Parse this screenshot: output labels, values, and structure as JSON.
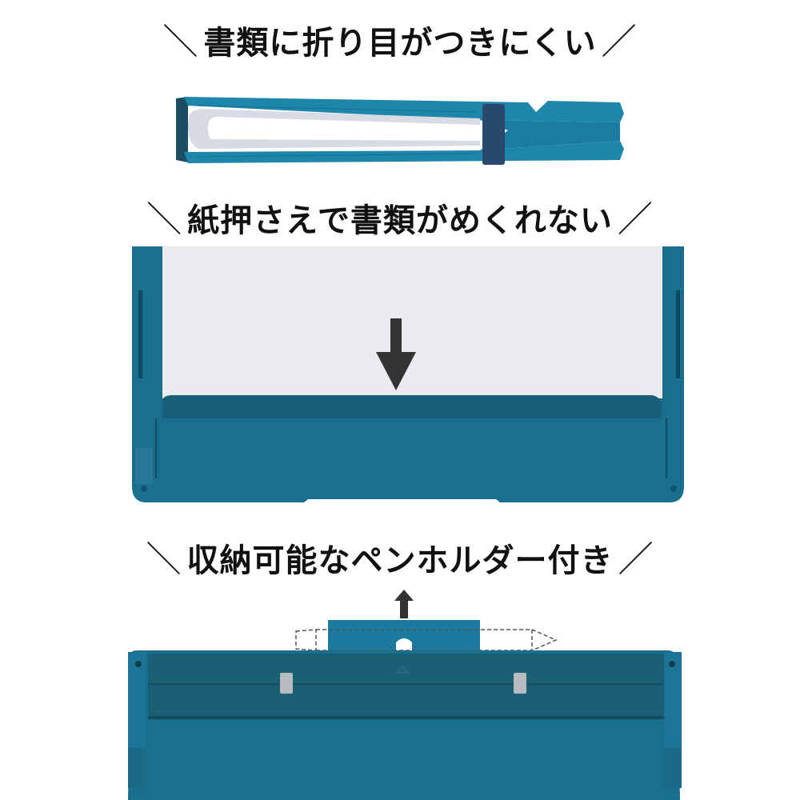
{
  "sections": [
    {
      "heading": "書類に折り目がつきにくい",
      "slash_left": "＼",
      "slash_right": "／",
      "image_desc": "side view of clipboard case folded with papers curved inside, held by fabric band"
    },
    {
      "heading": "紙押さえで書類がめくれない",
      "slash_left": "＼",
      "slash_right": "／",
      "image_desc": "paper holder flap pressing papers down",
      "arrow": "down-arrow"
    },
    {
      "heading": "収納可能なペンホルダー付き",
      "slash_left": "＼",
      "slash_right": "／",
      "image_desc": "pen holder slides out from top of clipboard with pen outline dashed",
      "arrow": "up-arrow"
    }
  ],
  "colors": {
    "teal_main": "#1a6e8e",
    "teal_light": "#1e7fa3",
    "teal_dark": "#165a73",
    "paper": "#e9ebef",
    "arrow": "#333333"
  }
}
